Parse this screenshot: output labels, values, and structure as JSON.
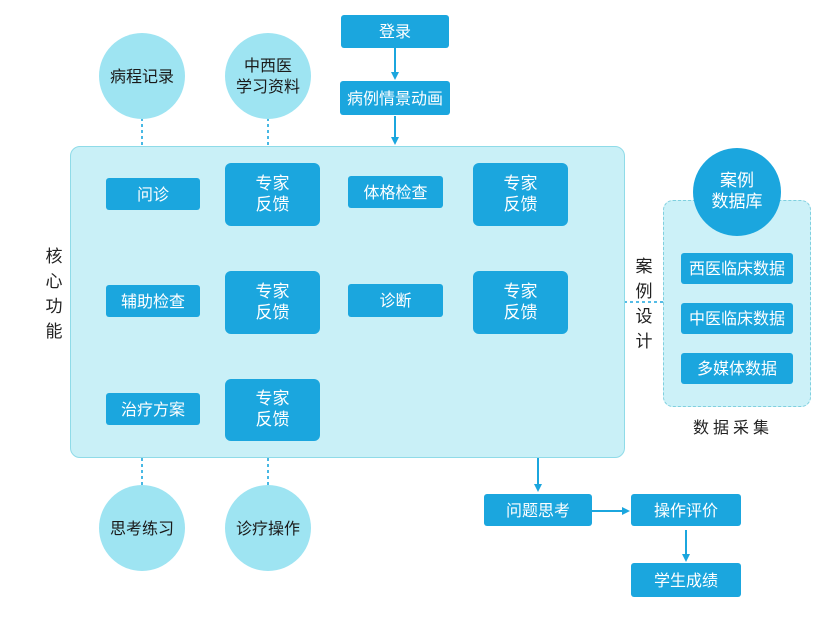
{
  "top": {
    "login": "登录",
    "animation": "病例情景动画"
  },
  "circles": {
    "course_record": "病程记录",
    "learning_material": [
      "中西医",
      "学习资料"
    ],
    "practice": "思考练习",
    "operation": "诊疗操作"
  },
  "core": {
    "label": [
      "核",
      "心",
      "功",
      "能"
    ],
    "inquiry": "问诊",
    "physical_exam": "体格检查",
    "auxiliary_exam": "辅助检查",
    "diagnosis": "诊断",
    "treatment_plan": "治疗方案",
    "expert_feedback": [
      "专家",
      "反馈"
    ]
  },
  "case_design_label": [
    "案",
    "例",
    "设",
    "计"
  ],
  "database": {
    "title": [
      "案例",
      "数据库"
    ],
    "western": "西医临床数据",
    "chinese": "中医临床数据",
    "multimedia": "多媒体数据",
    "caption": "数据采集"
  },
  "bottom": {
    "reflection": "问题思考",
    "evaluation": "操作评价",
    "grade": "学生成绩"
  },
  "colors": {
    "box": "#1ba6de",
    "panel": "#c9f0f7",
    "circle": "#9ee4f2",
    "arrow": "#1ba6de"
  }
}
